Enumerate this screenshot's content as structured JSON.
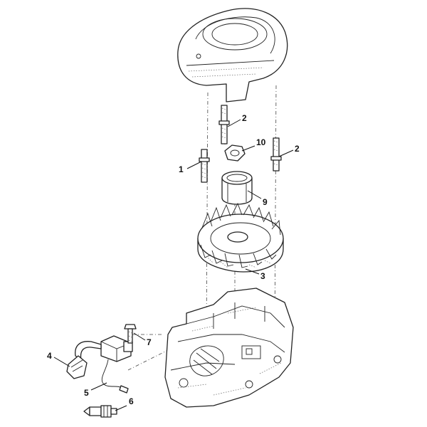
{
  "callouts": {
    "c1": "1",
    "c2a": "2",
    "c2b": "2",
    "c3": "3",
    "c4": "4",
    "c5": "5",
    "c6": "6",
    "c7": "7",
    "c9": "9",
    "c10": "10"
  }
}
